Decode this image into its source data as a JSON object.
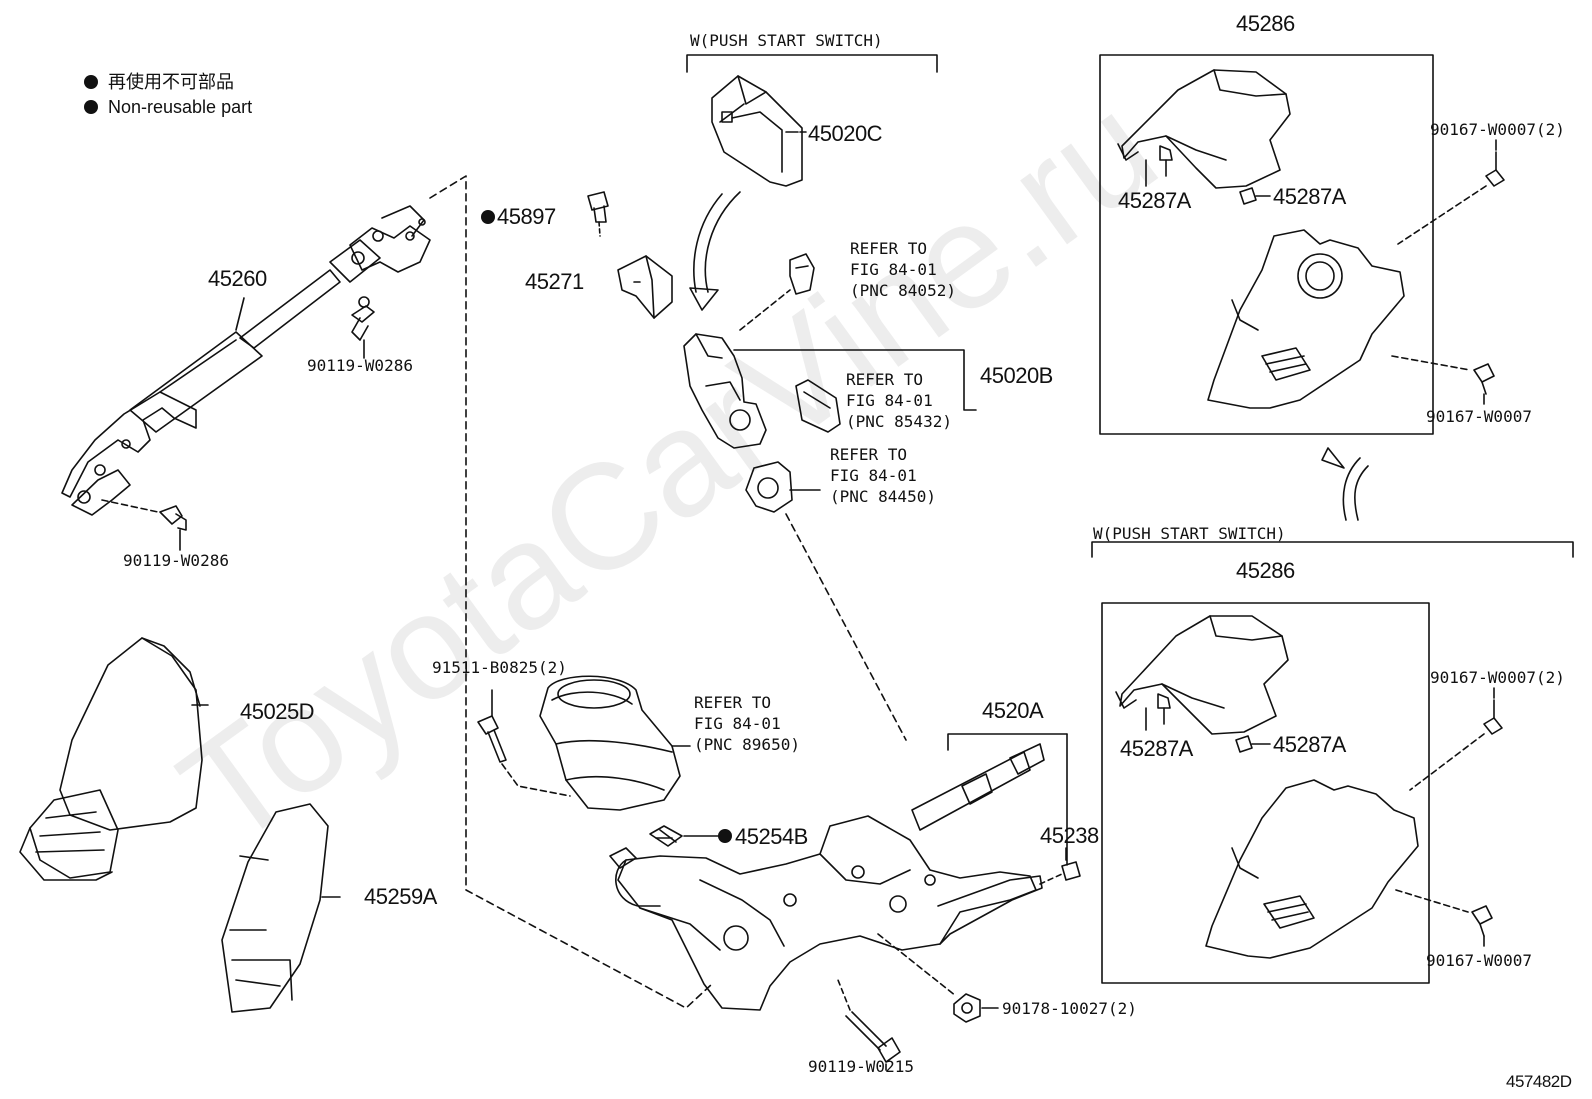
{
  "legend": {
    "jp": "再使用不可部品",
    "en": "Non-reusable part"
  },
  "watermark": "ToyotaCarVine.ru",
  "figure_code": "457482D",
  "groups": {
    "push_start_top": "W(PUSH START SWITCH)",
    "push_start_right": "W(PUSH START SWITCH)",
    "box_top": "45286",
    "box_bottom": "45286",
    "column_bracket": "4520A"
  },
  "parts": {
    "p45260": "45260",
    "p90119_a": "90119-W0286",
    "p90119_b": "90119-W0286",
    "p45025D": "45025D",
    "p45259A": "45259A",
    "p45897": "45897",
    "p45271": "45271",
    "p45020C": "45020C",
    "p45020B": "45020B",
    "p91511": "91511-B0825(2)",
    "p45254B": "45254B",
    "p45238": "45238",
    "p90178": "90178-10027(2)",
    "p90119_c": "90119-W0215",
    "p45287A_1": "45287A",
    "p45287A_2": "45287A",
    "p45287A_3": "45287A",
    "p45287A_4": "45287A",
    "p90167_1": "90167-W0007(2)",
    "p90167_2": "90167-W0007",
    "p90167_3": "90167-W0007(2)",
    "p90167_4": "90167-W0007"
  },
  "refs": {
    "r1": {
      "l1": "REFER TO",
      "l2": "FIG 84-01",
      "l3": "(PNC 84052)"
    },
    "r2": {
      "l1": "REFER TO",
      "l2": "FIG 84-01",
      "l3": "(PNC 85432)"
    },
    "r3": {
      "l1": "REFER TO",
      "l2": "FIG 84-01",
      "l3": "(PNC 84450)"
    },
    "r4": {
      "l1": "REFER TO",
      "l2": "FIG 84-01",
      "l3": "(PNC 89650)"
    }
  }
}
